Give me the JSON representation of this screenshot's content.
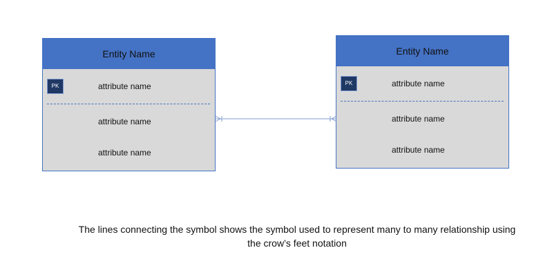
{
  "entities": [
    {
      "name": "Entity Name",
      "pk_label": "PK",
      "attributes": [
        "attribute name",
        "attribute name",
        "attribute name"
      ]
    },
    {
      "name": "Entity Name",
      "pk_label": "PK",
      "attributes": [
        "attribute name",
        "attribute name",
        "attribute name"
      ]
    }
  ],
  "relationship": {
    "notation": "crow's foot",
    "cardinality_left": "many",
    "cardinality_right": "many"
  },
  "caption": "The lines connecting the symbol shows the symbol used to represent many to many relationship using the crow’s feet notation",
  "colors": {
    "entity_header": "#4472c4",
    "entity_body": "#d9d9d9",
    "pk_badge": "#1f3864",
    "connector": "#7f9bd1"
  }
}
